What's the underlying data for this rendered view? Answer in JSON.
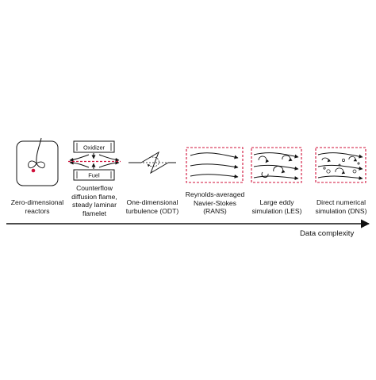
{
  "panels": [
    {
      "id": "zero-dimensional-reactors",
      "caption": "Zero-dimensional\nreactors"
    },
    {
      "id": "counterflow-flame",
      "caption": "Counterflow\ndiffusion flame,\nsteady laminar\nflamelet",
      "oxidizer_label": "Oxidizer",
      "fuel_label": "Fuel"
    },
    {
      "id": "odt",
      "caption": "One-dimensional\nturbulence (ODT)"
    },
    {
      "id": "rans",
      "caption": "Reynolds-averaged\nNavier-Stokes\n(RANS)"
    },
    {
      "id": "les",
      "caption": "Large eddy\nsimulation (LES)"
    },
    {
      "id": "dns",
      "caption": "Direct numerical\nsimulation (DNS)"
    }
  ],
  "axis": {
    "label": "Data complexity"
  },
  "colors": {
    "ink": "#111111",
    "accent_red": "#d0103a",
    "dashed_frame": "#d0103a"
  }
}
